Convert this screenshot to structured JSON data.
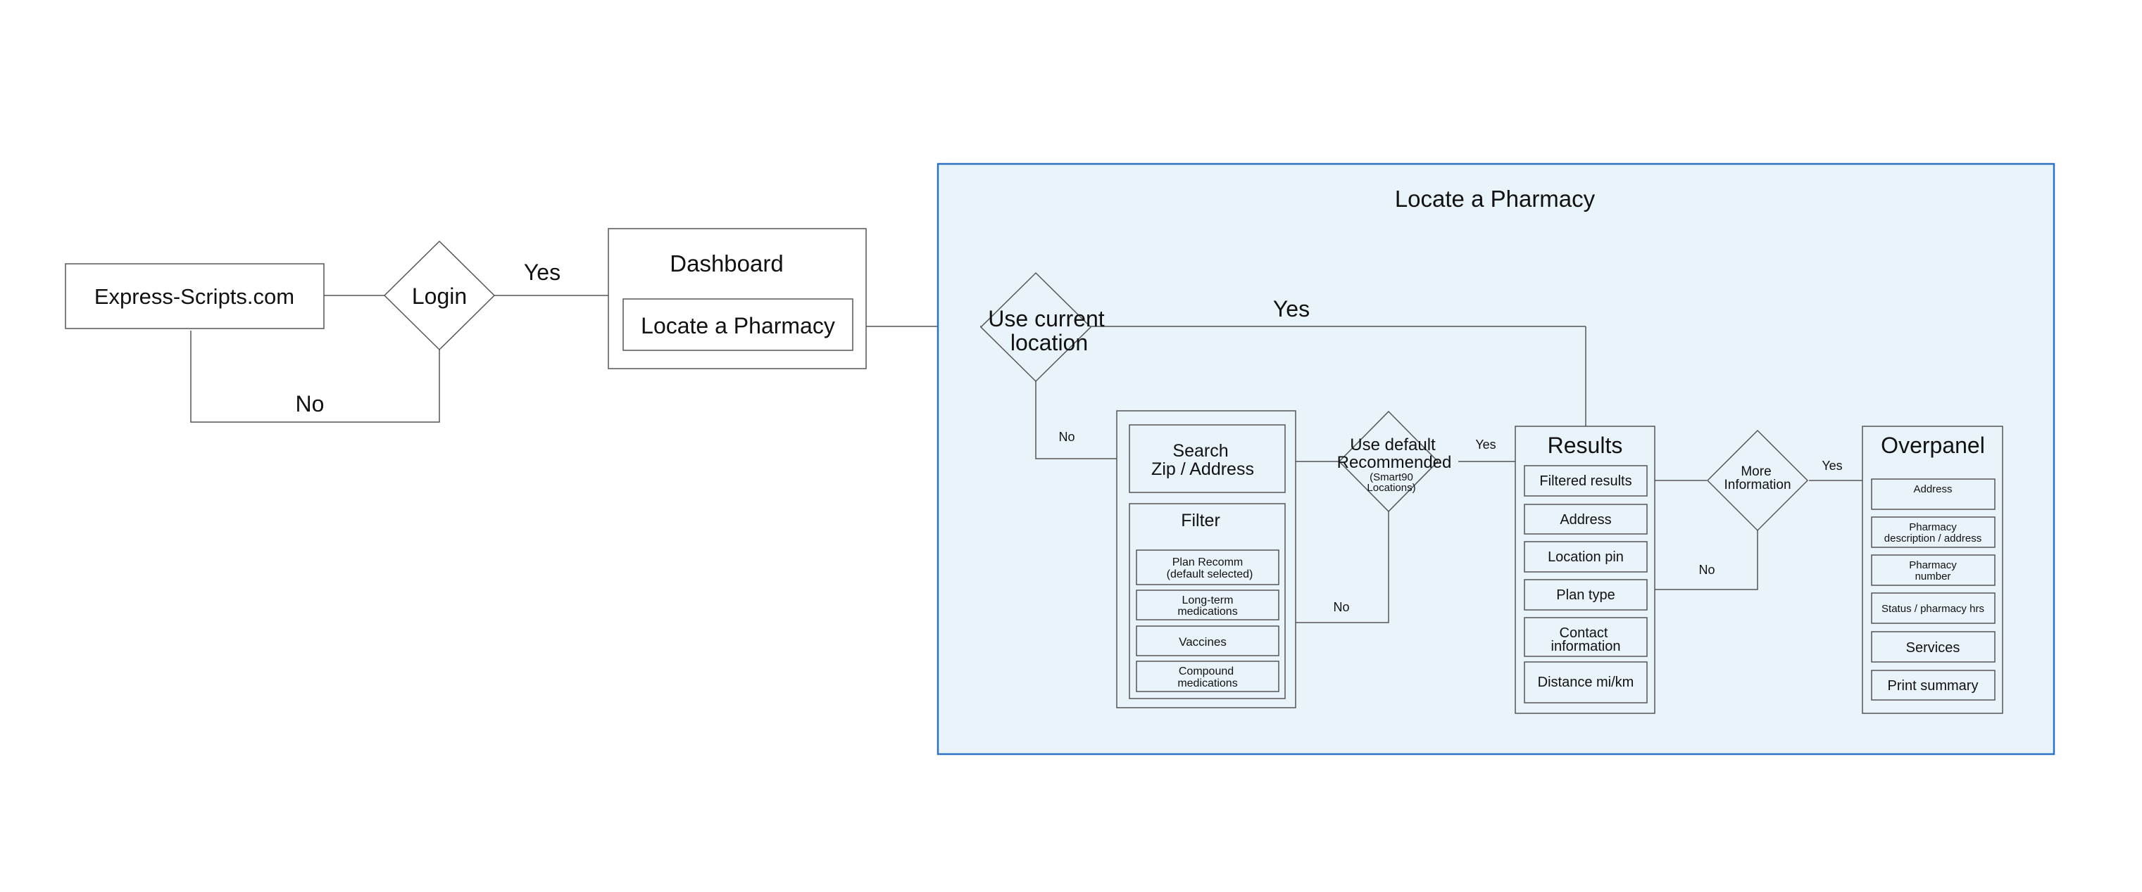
{
  "flow": {
    "start": {
      "label": "Express-Scripts.com"
    },
    "login": {
      "label": "Login",
      "yes": "Yes",
      "no": "No"
    },
    "dashboard": {
      "title": "Dashboard",
      "button": "Locate a Pharmacy"
    }
  },
  "panel": {
    "title": "Locate a Pharmacy",
    "use_location": {
      "line1": "Use current",
      "line2": "location",
      "yes": "Yes",
      "no": "No"
    },
    "search": {
      "line1": "Search",
      "line2": "Zip / Address"
    },
    "filter": {
      "title": "Filter",
      "items": [
        {
          "line1": "Plan  Recomm",
          "line2": "(default selected)"
        },
        {
          "line1": "Long-term",
          "line2": "medications"
        },
        {
          "line1": "Vaccines",
          "line2": ""
        },
        {
          "line1": "Compound",
          "line2": "medications"
        }
      ]
    },
    "use_default": {
      "line1": "Use default",
      "line2": "Recommended",
      "line3": "(Smart90",
      "line4": "Locations)",
      "yes": "Yes",
      "no": "No"
    },
    "results": {
      "title": "Results",
      "items": [
        {
          "line1": "Filtered results",
          "line2": ""
        },
        {
          "line1": "Address",
          "line2": ""
        },
        {
          "line1": "Location pin",
          "line2": ""
        },
        {
          "line1": "Plan type",
          "line2": ""
        },
        {
          "line1": "Contact",
          "line2": "information"
        },
        {
          "line1": "Distance mi/km",
          "line2": ""
        }
      ]
    },
    "more_info": {
      "line1": "More",
      "line2": "Information",
      "yes": "Yes",
      "no": "No"
    },
    "overpanel": {
      "title": "Overpanel",
      "items": [
        {
          "line1": "Address",
          "line2": ""
        },
        {
          "line1": "Pharmacy",
          "line2": "description / address"
        },
        {
          "line1": "Pharmacy",
          "line2": "number"
        },
        {
          "line1": "Status / pharmacy hrs",
          "line2": ""
        },
        {
          "line1": "Services",
          "line2": ""
        },
        {
          "line1": "Print summary",
          "line2": ""
        }
      ]
    }
  },
  "colors": {
    "panel_fill": "#e9f4fa",
    "panel_border": "#2b73c0",
    "line": "#555555"
  }
}
